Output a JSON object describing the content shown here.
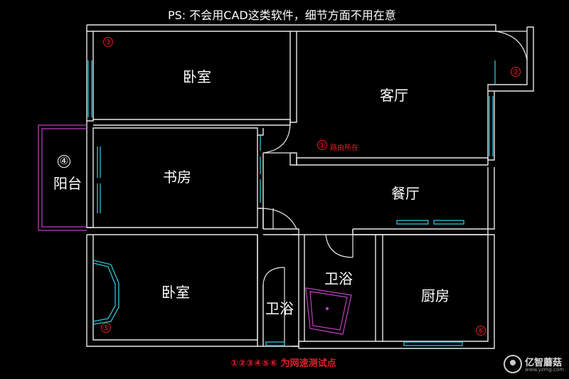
{
  "header": {
    "note": "PS: 不会用CAD这类软件，细节方面不用在意"
  },
  "rooms": {
    "bedroom_top": "卧室",
    "living_room": "客厅",
    "balcony": "阳台",
    "study": "书房",
    "dining_room": "餐厅",
    "bedroom_bottom": "卧室",
    "bathroom_left": "卫浴",
    "bathroom_right": "卫浴",
    "kitchen": "厨房"
  },
  "test_points": {
    "p1": "①",
    "p2": "②",
    "p3": "③",
    "p4": "④",
    "p5": "⑤",
    "p6": "⑥"
  },
  "router_label": "路由所在",
  "legend": "①②③④⑤⑥ 为网速测试点",
  "watermark": {
    "brand": "亿智蘑菇",
    "url": "www.yzmg.com"
  },
  "colors": {
    "wall": "#ffffff",
    "window": "#2ec4d6",
    "point": "#e0202a",
    "fixture": "#c040c0"
  }
}
